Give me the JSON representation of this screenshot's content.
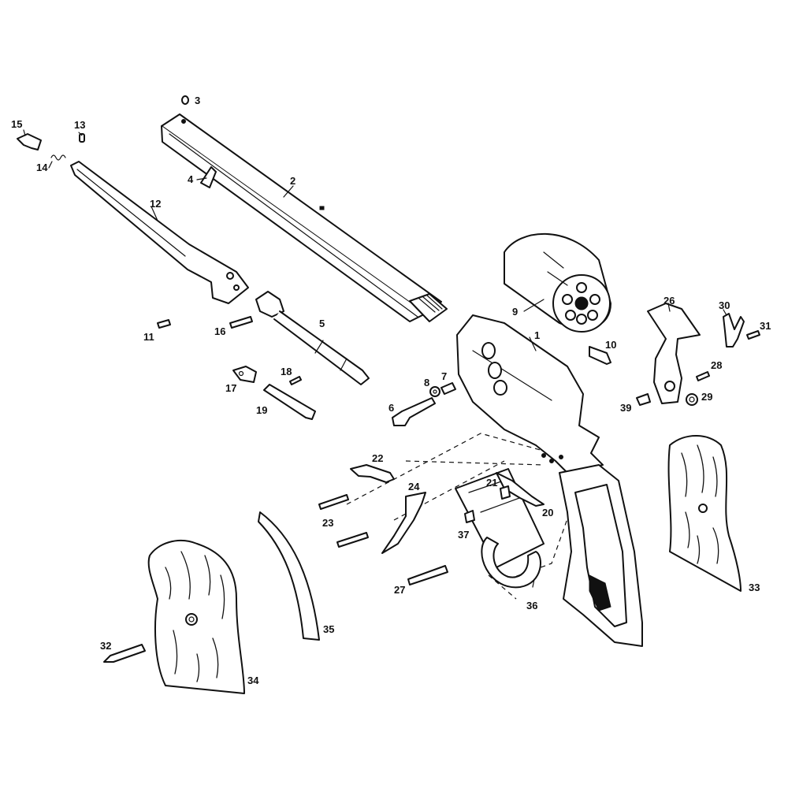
{
  "diagram": {
    "parts": [
      {
        "id": "part-1",
        "number": "1"
      },
      {
        "id": "part-2",
        "number": "2"
      },
      {
        "id": "part-3",
        "number": "3"
      },
      {
        "id": "part-4",
        "number": "4"
      },
      {
        "id": "part-5",
        "number": "5"
      },
      {
        "id": "part-6",
        "number": "6"
      },
      {
        "id": "part-7",
        "number": "7"
      },
      {
        "id": "part-8",
        "number": "8"
      },
      {
        "id": "part-9",
        "number": "9"
      },
      {
        "id": "part-10",
        "number": "10"
      },
      {
        "id": "part-11",
        "number": "11"
      },
      {
        "id": "part-12",
        "number": "12"
      },
      {
        "id": "part-13",
        "number": "13"
      },
      {
        "id": "part-14",
        "number": "14"
      },
      {
        "id": "part-15",
        "number": "15"
      },
      {
        "id": "part-16",
        "number": "16"
      },
      {
        "id": "part-17",
        "number": "17"
      },
      {
        "id": "part-18",
        "number": "18"
      },
      {
        "id": "part-19",
        "number": "19"
      },
      {
        "id": "part-20",
        "number": "20"
      },
      {
        "id": "part-21",
        "number": "21"
      },
      {
        "id": "part-22",
        "number": "22"
      },
      {
        "id": "part-23",
        "number": "23"
      },
      {
        "id": "part-24",
        "number": "24"
      },
      {
        "id": "part-26",
        "number": "26"
      },
      {
        "id": "part-27",
        "number": "27"
      },
      {
        "id": "part-28",
        "number": "28"
      },
      {
        "id": "part-29",
        "number": "29"
      },
      {
        "id": "part-30",
        "number": "30"
      },
      {
        "id": "part-31",
        "number": "31"
      },
      {
        "id": "part-32",
        "number": "32"
      },
      {
        "id": "part-33",
        "number": "33"
      },
      {
        "id": "part-34",
        "number": "34"
      },
      {
        "id": "part-35",
        "number": "35"
      },
      {
        "id": "part-36",
        "number": "36"
      },
      {
        "id": "part-37",
        "number": "37"
      },
      {
        "id": "part-39",
        "number": "39"
      }
    ]
  }
}
